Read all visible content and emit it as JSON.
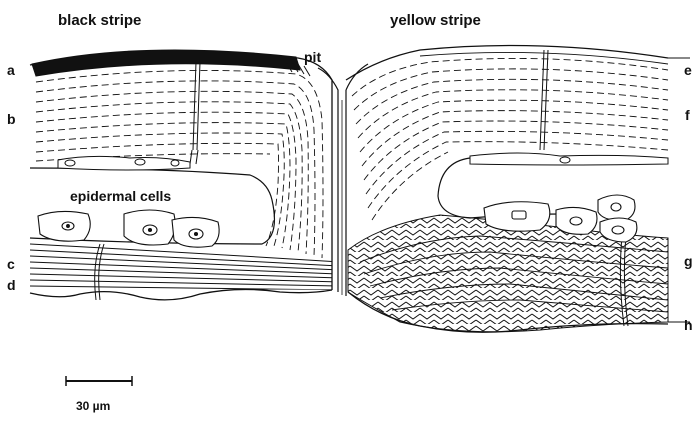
{
  "labels": {
    "black_stripe": "black stripe",
    "yellow_stripe": "yellow stripe",
    "pit": "pit",
    "epidermal_cells": "epidermal cells",
    "scale_bar": "30 µm"
  },
  "layer_letters": {
    "a": "a",
    "b": "b",
    "c": "c",
    "d": "d",
    "e": "e",
    "f": "f",
    "g": "g",
    "h": "h"
  },
  "colors": {
    "ink": "#111111",
    "background": "#ffffff"
  }
}
